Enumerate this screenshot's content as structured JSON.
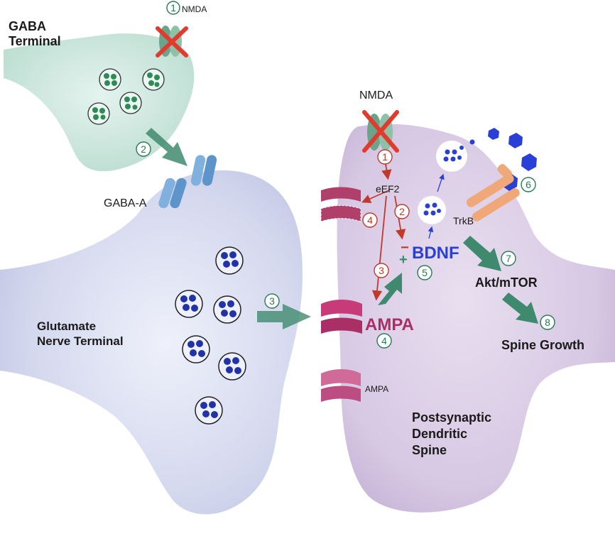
{
  "labels": {
    "gaba_terminal_line1": "GABA",
    "gaba_terminal_line2": "Terminal",
    "nmda_top": "NMDA",
    "nmda_spine": "NMDA",
    "gaba_a": "GABA-A",
    "glutamate_line1": "Glutamate",
    "glutamate_line2": "Nerve Terminal",
    "eef2": "eEF2",
    "bdnf": "BDNF",
    "trkb": "TrkB",
    "akt_mtor": "Akt/mTOR",
    "spine_growth": "Spine Growth",
    "ampa_large": "AMPA",
    "ampa_small": "AMPA",
    "postsynaptic_line1": "Postsynaptic",
    "postsynaptic_line2": "Dendritic",
    "postsynaptic_line3": "Spine",
    "minus_sign": "−",
    "plus_sign": "+"
  },
  "steps": {
    "nmda_gaba": "1",
    "gaba_arrow": "2",
    "glutamate_arrow": "3",
    "nmda_spine": "1",
    "eef2_inhibit": "2",
    "ampa_arrow": "3",
    "ampa_withdraw": "4",
    "ampa_insert": "4",
    "bdnf_release": "5",
    "trkb_binding": "6",
    "akt_mtor": "7",
    "spine_growth": "8"
  },
  "colors": {
    "gaba_terminal": "#cfe7df",
    "glutamate_terminal": "#dcdff0",
    "postsynaptic_spine": "#ddd0e6",
    "green_vesicle": "#2f8a55",
    "blue_vesicle": "#2233a8",
    "red_pathway": "#c0392b",
    "green_arrow": "#3f8a6e",
    "ampa": "#c63b78",
    "bdnf_text": "#2a3fd6",
    "trkb": "#f0a878",
    "gaba_a_receptor": "#7fb0de",
    "nmda_receptor": "#6aa58a",
    "block_x": "#e03b2e"
  }
}
